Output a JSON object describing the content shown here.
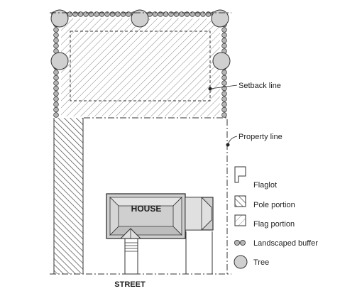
{
  "labels": {
    "house": "HOUSE",
    "street": "STREET",
    "setback_line": "Setback line",
    "property_line": "Property line"
  },
  "legend": {
    "flaglot": "Flaglot",
    "pole_portion": "Pole portion",
    "flag_portion": "Flag portion",
    "landscaped_buffer": "Landscaped buffer",
    "tree": "Tree"
  },
  "colors": {
    "line": "#333333",
    "buffer_fill": "#b5b5b5",
    "tree_fill": "#d0d0d0",
    "house_fill": "#cfcfcf"
  }
}
